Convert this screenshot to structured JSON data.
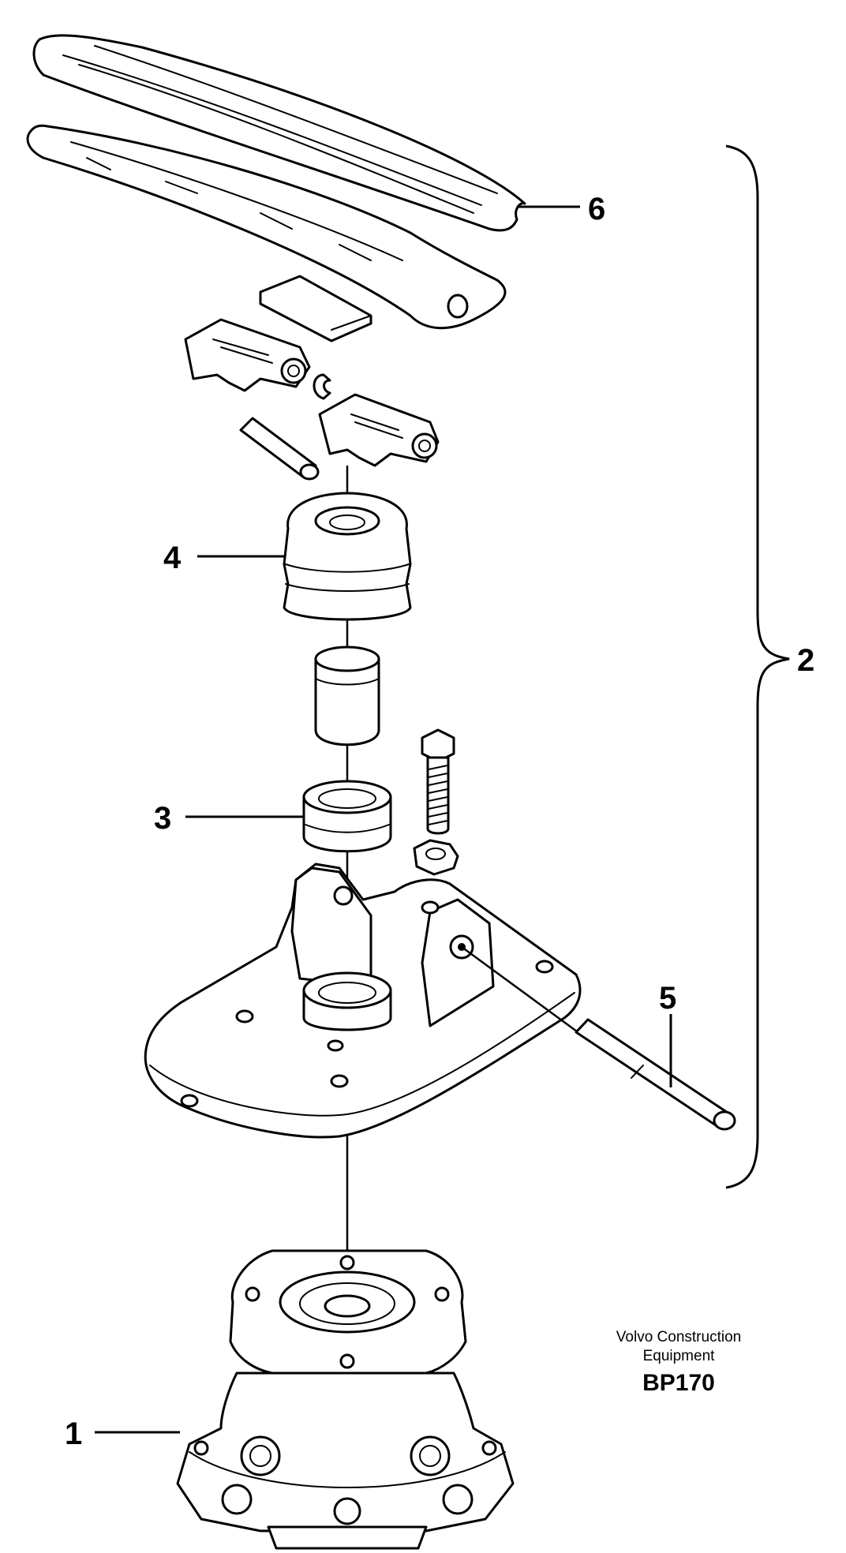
{
  "callouts": {
    "c1": "1",
    "c2": "2",
    "c3": "3",
    "c4": "4",
    "c5": "5",
    "c6": "6"
  },
  "credit": {
    "line1": "Volvo Construction",
    "line2": "Equipment",
    "code": "BP170"
  }
}
